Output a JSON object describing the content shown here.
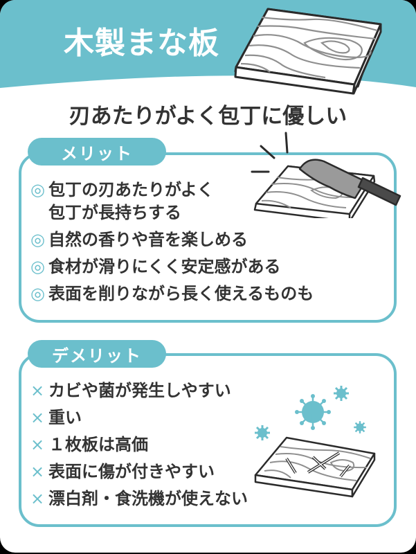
{
  "header": {
    "title": "木製まな板",
    "subtitle": "刃あたりがよく包丁に優しい"
  },
  "merit": {
    "label": "メリット",
    "bullet": "◎",
    "items": [
      "包丁の刃あたりがよく\n包丁が長持ちする",
      "自然の香りや音を楽しめる",
      "食材が滑りにくく安定感がある",
      "表面を削りながら長く使えるものも"
    ]
  },
  "demerit": {
    "label": "デメリット",
    "bullet": "×",
    "items": [
      "カビや菌が発生しやすい",
      "重い",
      "１枚板は高価",
      "表面に傷が付きやすい",
      "漂白剤・食洗機が使えない"
    ]
  },
  "colors": {
    "accent": "#6bbfcc",
    "text": "#333333",
    "background": "#ffffff"
  },
  "icons": {
    "header_illustration": "wooden-cutting-board-icon",
    "merit_illustration": "knife-on-board-icon",
    "demerit_illustration": "scratched-board-with-germs-icon"
  }
}
